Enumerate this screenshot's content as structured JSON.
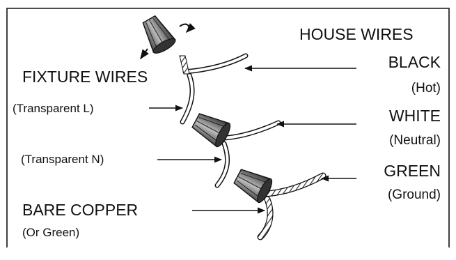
{
  "labels": {
    "house_wires": "HOUSE WIRES",
    "fixture_wires": "FIXTURE WIRES",
    "black": "BLACK",
    "hot": "(Hot)",
    "transparent_l": "(Transparent L)",
    "white": "WHITE",
    "neutral": "(Neutral)",
    "transparent_n": "(Transparent N)",
    "green": "GREEN",
    "ground": "(Ground)",
    "bare_copper": "BARE COPPER",
    "or_green": "(Or Green)"
  },
  "icons": [
    "wire-nut-icon",
    "twist-arrow-icon",
    "push-arrow-icon",
    "arrow-icon"
  ]
}
